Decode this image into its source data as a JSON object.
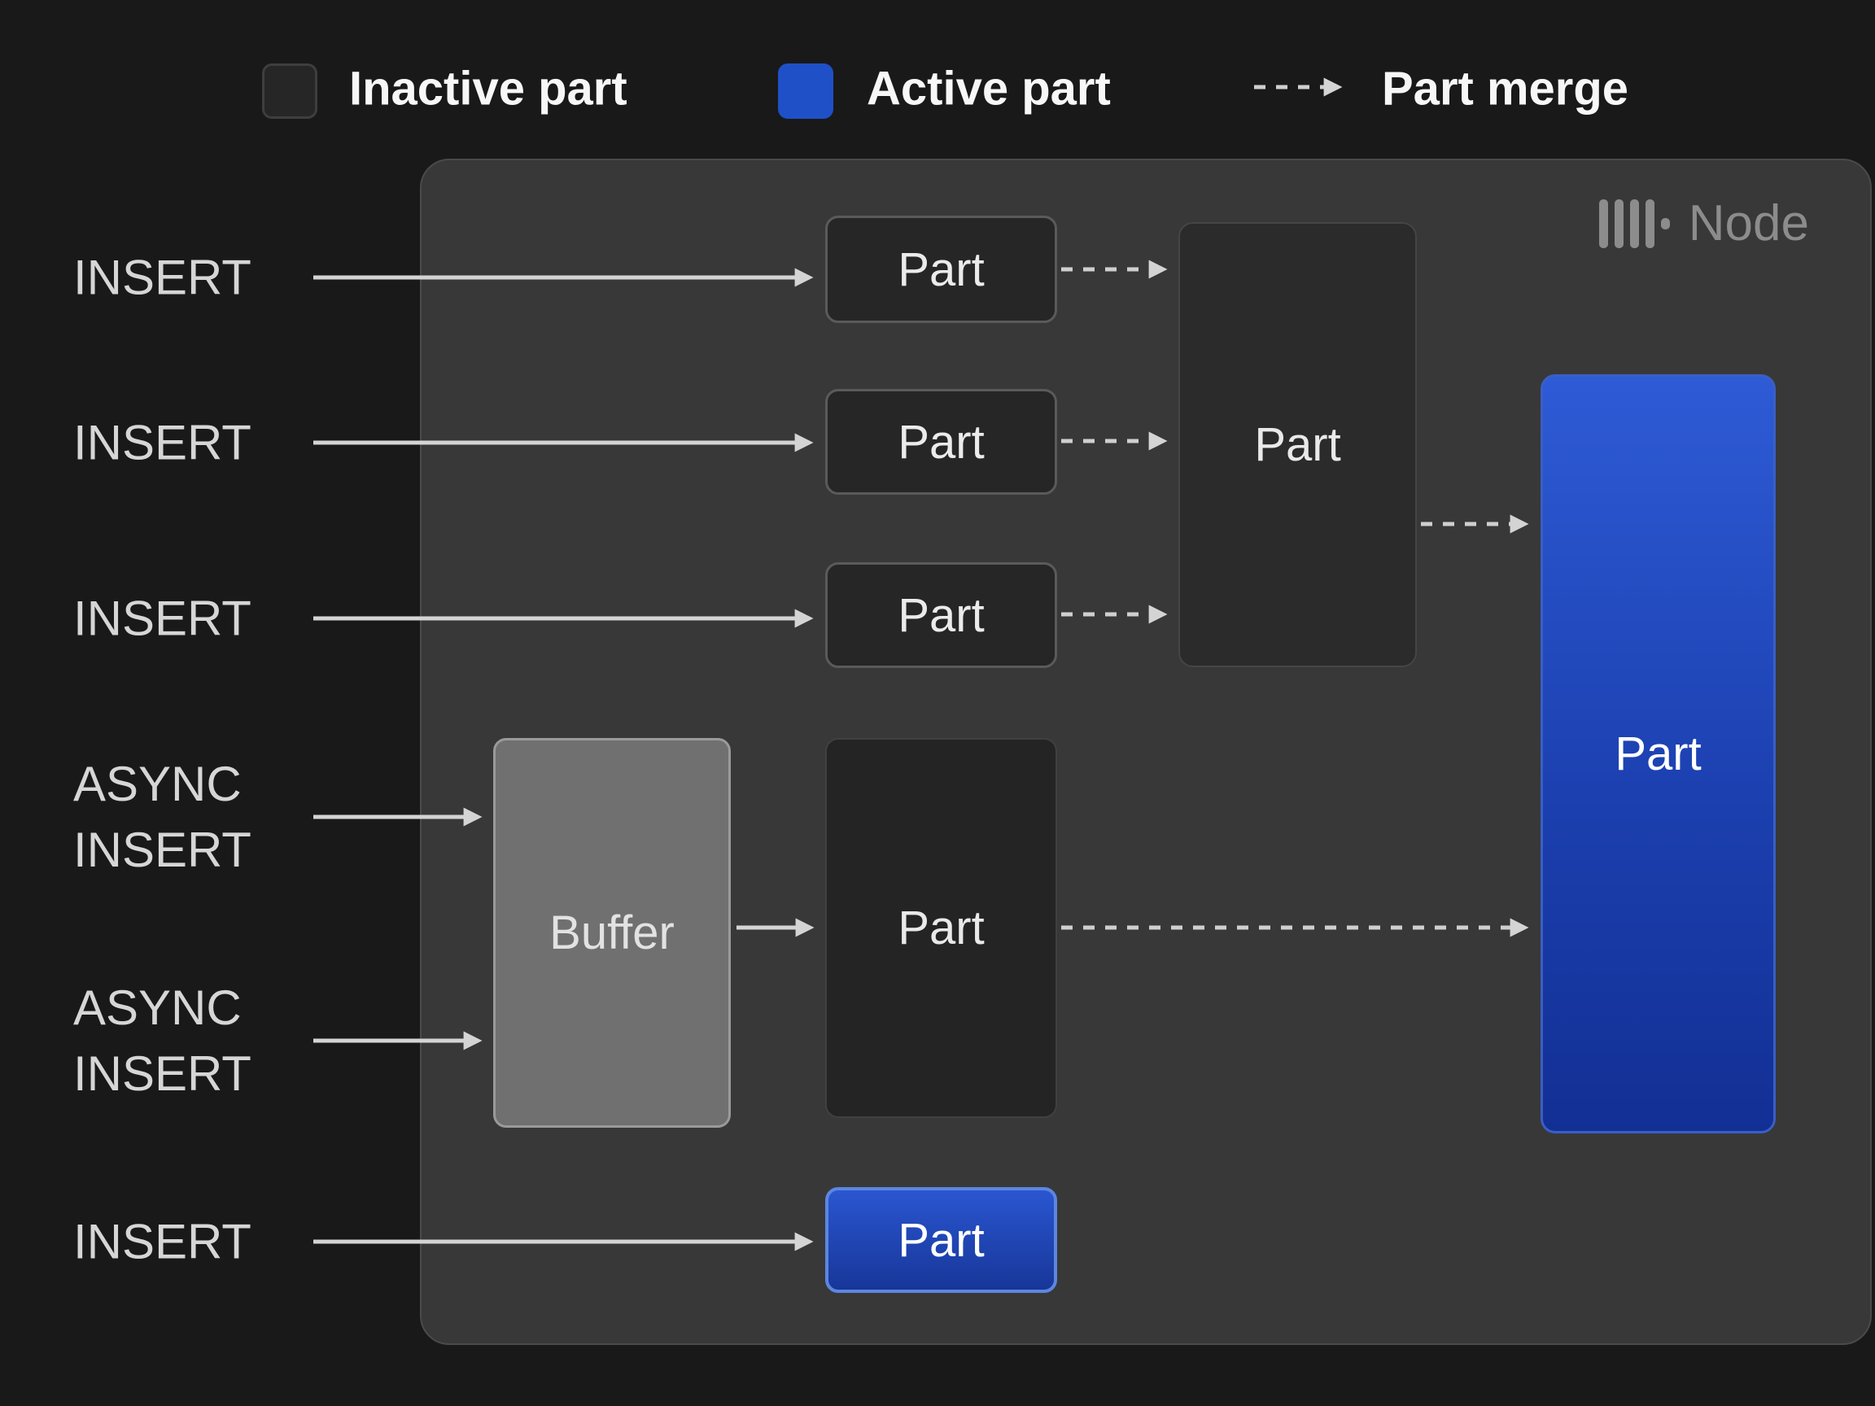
{
  "legend": {
    "inactive": "Inactive part",
    "active": "Active part",
    "merge": "Part merge"
  },
  "node": {
    "title": "Node"
  },
  "inputs": [
    {
      "label": "INSERT"
    },
    {
      "label": "INSERT"
    },
    {
      "label": "INSERT"
    },
    {
      "label": "ASYNC INSERT"
    },
    {
      "label": "ASYNC INSERT"
    },
    {
      "label": "INSERT"
    }
  ],
  "boxes": {
    "part_top_1": "Part",
    "part_top_2": "Part",
    "part_top_3": "Part",
    "part_merged": "Part",
    "buffer": "Buffer",
    "part_async": "Part",
    "part_active_large": "Part",
    "part_active_bottom": "Part"
  },
  "colors": {
    "active_blue": "#2050c8",
    "inactive_dark": "#262626",
    "node_background": "#383838",
    "page_background": "#191919",
    "arrow_gray": "#d4d4d4"
  }
}
